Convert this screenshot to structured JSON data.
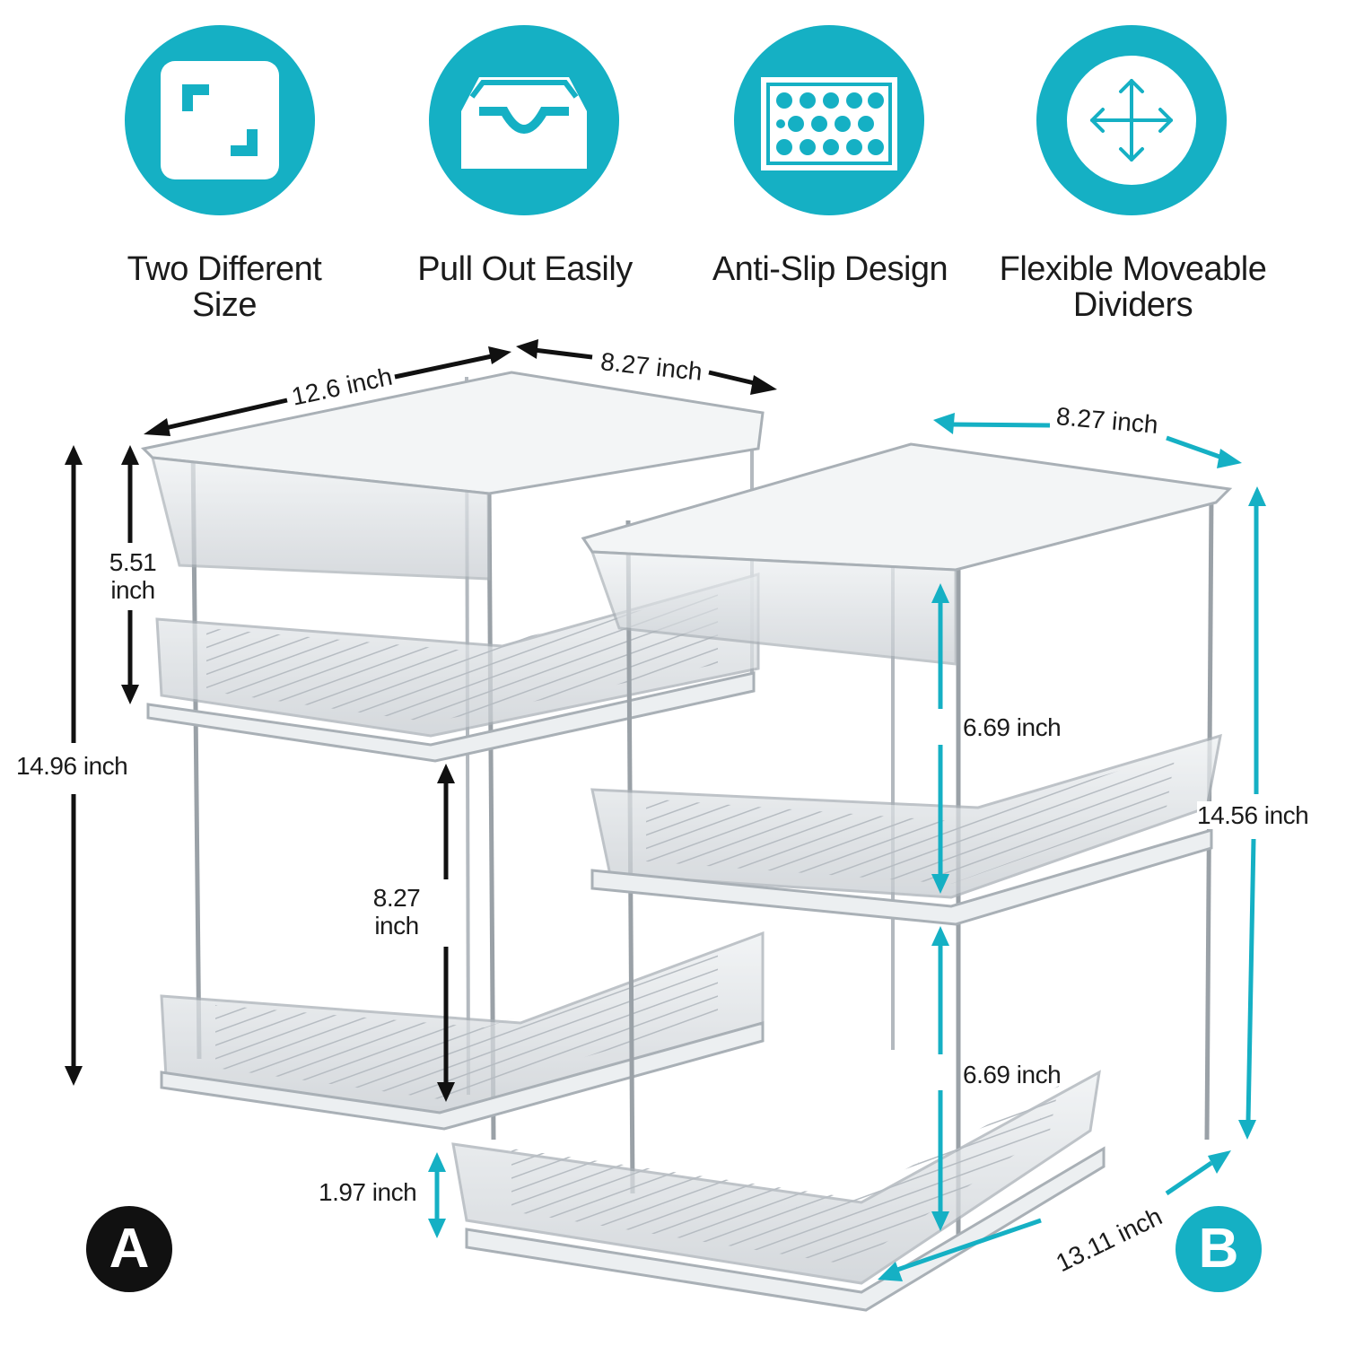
{
  "colors": {
    "accent": "#15b0c4",
    "dark": "#111111",
    "shelf": "#c9ced3"
  },
  "features": [
    {
      "icon": "resize-icon",
      "title_line1": "Two Different",
      "title_line2": "Size"
    },
    {
      "icon": "tray-icon",
      "title_line1": "Pull Out Easily",
      "title_line2": ""
    },
    {
      "icon": "anti-slip-mat-icon",
      "title_line1": "Anti-Slip Design",
      "title_line2": ""
    },
    {
      "icon": "move-arrows-icon",
      "title_line1": "Flexible Moveable",
      "title_line2": "Dividers"
    }
  ],
  "organizer_a": {
    "badge": "A",
    "width": "12.6 inch",
    "depth": "8.27 inch",
    "total_height": "14.96 inch",
    "top_drawer_height_line1": "5.51",
    "top_drawer_height_line2": "inch",
    "tier_gap_line1": "8.27",
    "tier_gap_line2": "inch"
  },
  "organizer_b": {
    "badge": "B",
    "width": "8.27 inch",
    "depth": "13.11 inch",
    "total_height": "14.56 inch",
    "tier_height_upper": "6.69 inch",
    "tier_height_lower": "6.69 inch",
    "foot_height": "1.97 inch"
  }
}
